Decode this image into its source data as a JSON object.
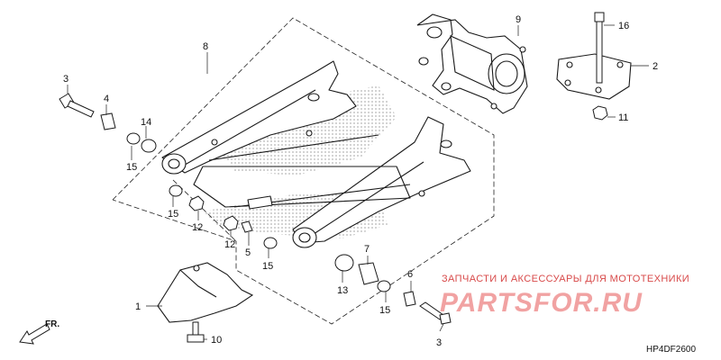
{
  "callouts": {
    "c1": "1",
    "c2": "2",
    "c3a": "3",
    "c3b": "3",
    "c4": "4",
    "c5": "5",
    "c6": "6",
    "c7": "7",
    "c8": "8",
    "c9": "9",
    "c10": "10",
    "c11": "11",
    "c12a": "12",
    "c12b": "12",
    "c13": "13",
    "c14": "14",
    "c15a": "15",
    "c15b": "15",
    "c15c": "15",
    "c15d": "15",
    "c16": "16"
  },
  "front_marker": "FR.",
  "diagram_code": "HP4DF2600",
  "watermark": {
    "tagline": "ЗАПЧАСТИ И АКСЕССУАРЫ ДЛЯ МОТОТЕХНИКИ",
    "brand": "PARTSFOR.RU"
  },
  "colors": {
    "line": "#1a1a1a",
    "watermark": "#e03030"
  }
}
